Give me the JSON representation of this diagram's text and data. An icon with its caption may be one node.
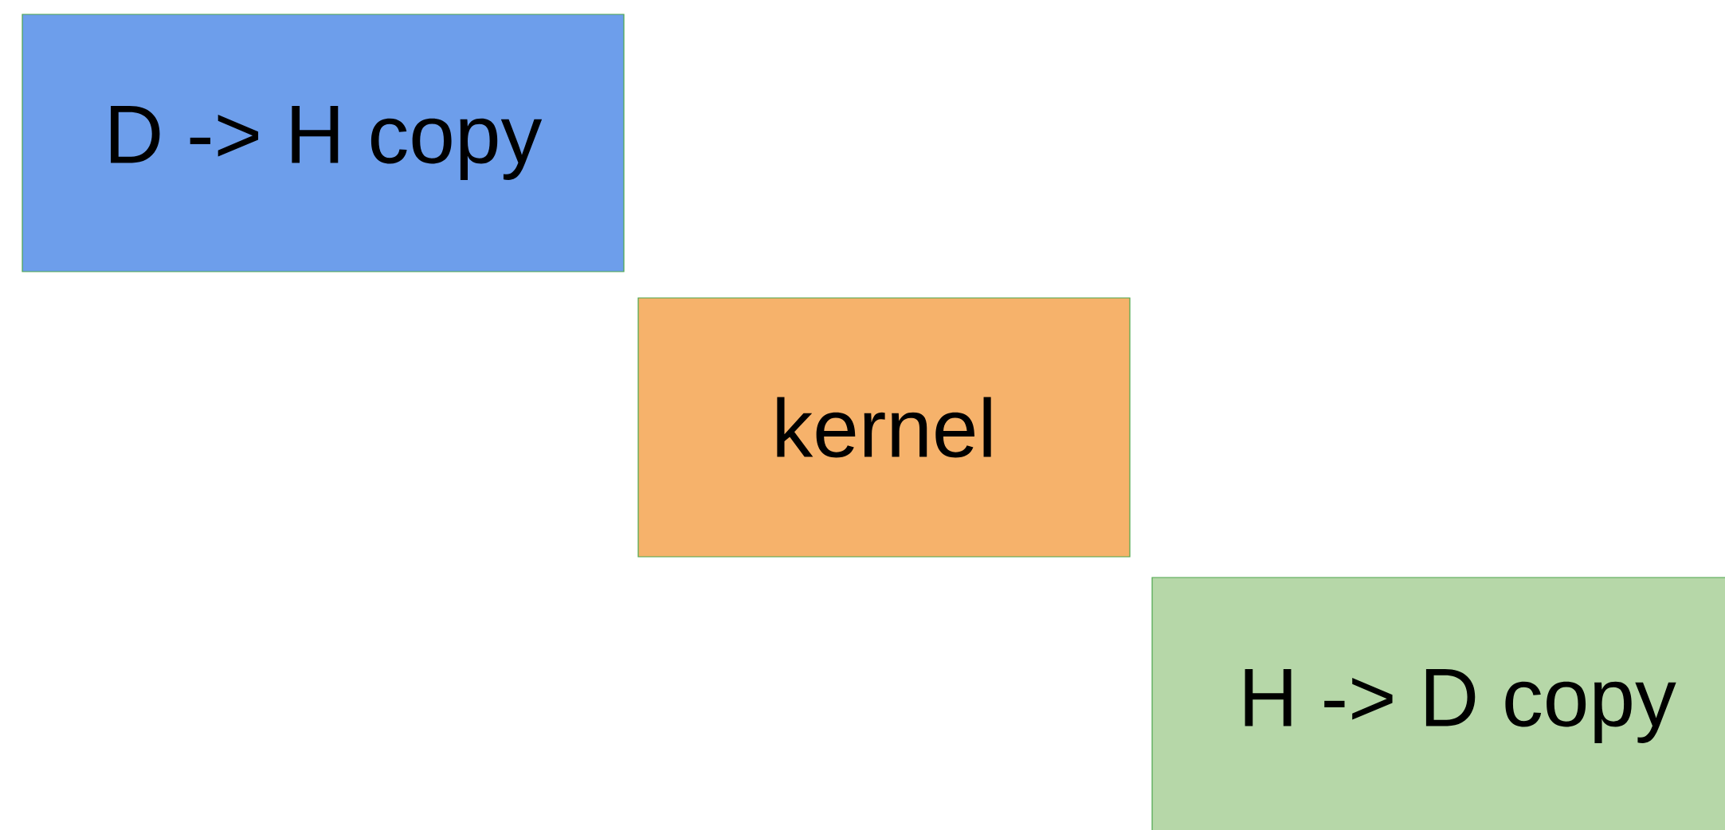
{
  "diagram": {
    "nodes": [
      {
        "text": [
          "D -> H copy"
        ]
      },
      {
        "text": [
          "kernel"
        ]
      },
      {
        "text": [
          "H -> D copy"
        ]
      }
    ]
  }
}
